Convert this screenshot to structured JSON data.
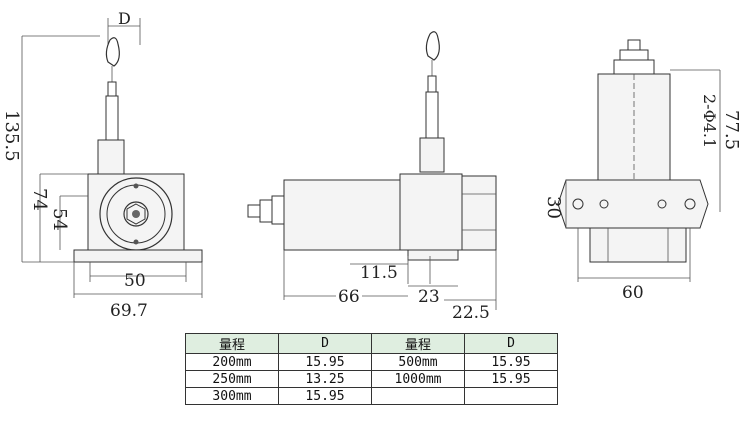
{
  "dimensions": {
    "front": {
      "d_label": "D",
      "overall_height": "135.5",
      "housing_height": "74",
      "face_height": "54",
      "hole_spacing": "50",
      "base_width": "69.7"
    },
    "side": {
      "offset": "11.5",
      "body_length": "66",
      "flange": "23",
      "housing": "22.5"
    },
    "rear": {
      "height": "77.5",
      "holes": "2-Φ4.1",
      "base_height": "30",
      "width": "60"
    }
  },
  "table": {
    "headers": [
      "量程",
      "D",
      "量程",
      "D"
    ],
    "rows": [
      [
        "200mm",
        "15.95",
        "500mm",
        "15.95"
      ],
      [
        "250mm",
        "13.25",
        "1000mm",
        "15.95"
      ],
      [
        "300mm",
        "15.95",
        "",
        ""
      ]
    ]
  }
}
